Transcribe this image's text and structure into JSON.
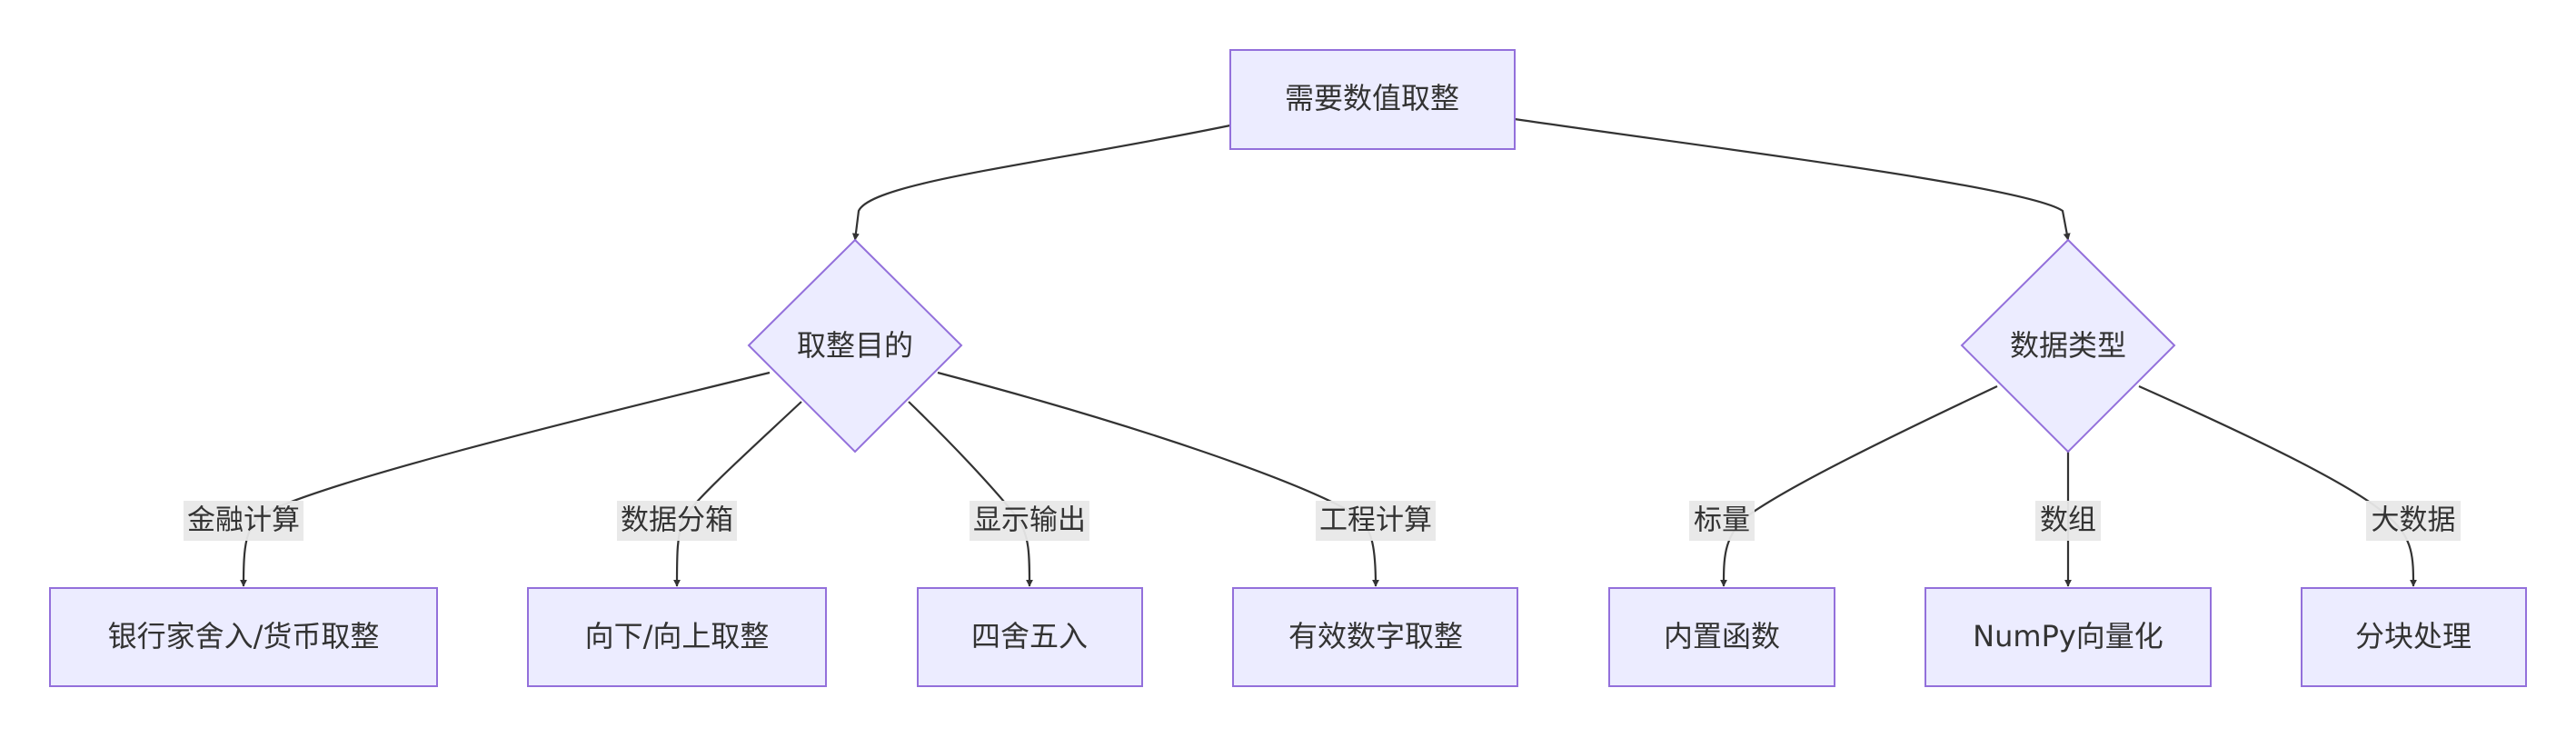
{
  "nodes": {
    "root": "需要数值取整",
    "purpose": "取整目的",
    "data_type": "数据类型",
    "bankers": "银行家舍入/货币取整",
    "floor_ceil": "向下/向上取整",
    "round_half": "四舍五入",
    "sig_figs": "有效数字取整",
    "builtin": "内置函数",
    "numpy": "NumPy向量化",
    "chunked": "分块处理"
  },
  "edge_labels": {
    "finance": "金融计算",
    "binning": "数据分箱",
    "display": "显示输出",
    "engineering": "工程计算",
    "scalar": "标量",
    "array": "数组",
    "big_data": "大数据"
  },
  "colors": {
    "node_fill": "#ECECFF",
    "node_stroke": "#9370DB",
    "edge": "#333333",
    "label_bg": "#e8e8e8",
    "text": "#333333"
  }
}
